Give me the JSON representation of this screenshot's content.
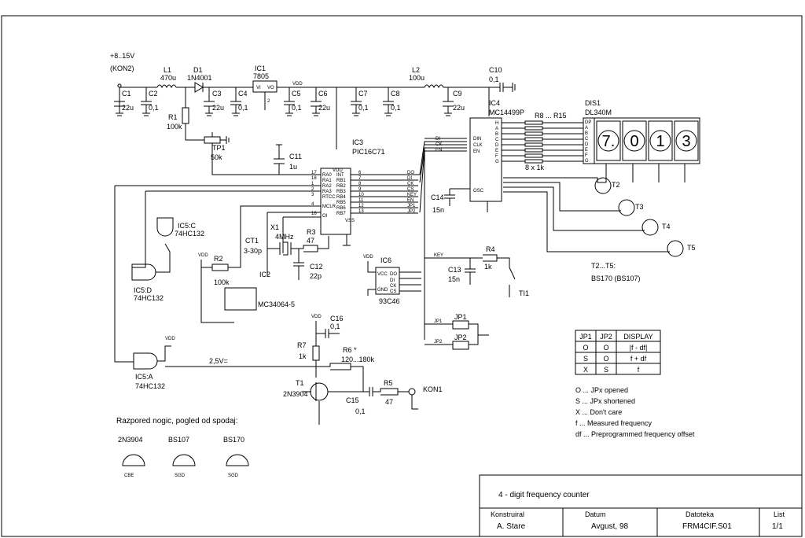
{
  "supply": {
    "voltage": "+8..15V",
    "connector": "(KON2)",
    "vdd": "VDD"
  },
  "power_parts": {
    "L1": {
      "name": "L1",
      "value": "470u"
    },
    "D1": {
      "name": "D1",
      "value": "1N4001"
    },
    "IC1": {
      "name": "IC1",
      "value": "7805"
    },
    "L2": {
      "name": "L2",
      "value": "100u"
    },
    "C1": {
      "name": "C1",
      "value": "22u"
    },
    "C2": {
      "name": "C2",
      "value": "0,1"
    },
    "C3": {
      "name": "C3",
      "value": "22u"
    },
    "C4": {
      "name": "C4",
      "value": "0,1"
    },
    "C5": {
      "name": "C5",
      "value": "0,1"
    },
    "C6": {
      "name": "C6",
      "value": "22u"
    },
    "C7": {
      "name": "C7",
      "value": "0,1"
    },
    "C8": {
      "name": "C8",
      "value": "0,1"
    },
    "C9": {
      "name": "C9",
      "value": "22u"
    },
    "C10": {
      "name": "C10",
      "value": "0,1"
    },
    "R1": {
      "name": "R1",
      "value": "100k"
    },
    "TP1": {
      "name": "TP1",
      "value": "50k"
    },
    "C11": {
      "name": "C11",
      "value": "1u"
    }
  },
  "ic3": {
    "name": "IC3",
    "type": "PIC16C71",
    "left_pins": [
      "RA0",
      "RA1",
      "RA2",
      "RA3",
      "RTCC",
      "MCLR",
      "OI"
    ],
    "left_nums": [
      "17",
      "18",
      "1",
      "2",
      "3",
      "4",
      "16"
    ],
    "right_pins": [
      "INT",
      "RB1",
      "RB2",
      "RB3",
      "RB4",
      "RB5",
      "RB6",
      "RB7"
    ],
    "right_nums": [
      "6",
      "7",
      "8",
      "9",
      "10",
      "11",
      "12",
      "13"
    ],
    "signals": [
      "DO",
      "DI",
      "CK",
      "CS",
      "KEY",
      "EN",
      "JP1",
      "JP2"
    ]
  },
  "ic4": {
    "name": "IC4",
    "type": "MC14499P",
    "resistors": "R8 ... R15",
    "res_value": "8 x 1k",
    "inputs": [
      "DI",
      "CK",
      "EN"
    ],
    "in_pins": [
      "DIN",
      "CLK",
      "EN"
    ],
    "osc": "OSC",
    "segments": [
      "H",
      "A",
      "B",
      "C",
      "D",
      "E",
      "F",
      "G"
    ]
  },
  "display": {
    "name": "DIS1",
    "type": "DL340M",
    "digits": [
      "7.",
      "0",
      "1",
      "3"
    ],
    "seg_pins": [
      "DP",
      "A",
      "B",
      "C",
      "D",
      "E",
      "F",
      "G"
    ]
  },
  "transistors": {
    "t2": "T2",
    "t3": "T3",
    "t4": "T4",
    "t5": "T5",
    "note": "T2...T5:",
    "type": "BS170 (BS107)"
  },
  "ic5": {
    "c": "IC5:C",
    "d": "IC5:D",
    "a": "IC5:A",
    "type": "74HC132"
  },
  "ic2": {
    "name": "IC2",
    "type": "MC34064-5",
    "r2": "R2",
    "r2v": "100k"
  },
  "osc_parts": {
    "ct1": "CT1",
    "ct1v": "3-30p",
    "x1": "X1",
    "x1v": "4MHz",
    "r3": "R3",
    "r3v": "47",
    "c12": "C12",
    "c12v": "22p",
    "c14": "C14",
    "c14v": "15n"
  },
  "ic6": {
    "name": "IC6",
    "type": "93C46",
    "pins": [
      "VCC",
      "DO",
      "DI",
      "CK",
      "GND",
      "CS"
    ]
  },
  "key": {
    "label": "KEY",
    "r4": "R4",
    "r4v": "1k",
    "c13": "C13",
    "c13v": "15n",
    "button": "TI1"
  },
  "jumpers": {
    "jp1": "JP1",
    "jp2": "JP2"
  },
  "input_stage": {
    "r7": "R7",
    "r7v": "1k",
    "r6": "R6 *",
    "r6v": "120...180k",
    "c16": "C16",
    "c16v": "0,1",
    "t1": "T1",
    "t1v": "2N3904",
    "c15": "C15",
    "c15v": "0,1",
    "r5": "R5",
    "r5v": "47",
    "kon1": "KON1",
    "bias": "2,5V="
  },
  "jp_table": {
    "headers": [
      "JP1",
      "JP2",
      "DISPLAY"
    ],
    "rows": [
      [
        "O",
        "O",
        "|f - df|"
      ],
      [
        "S",
        "O",
        "f + df"
      ],
      [
        "X",
        "S",
        "f"
      ]
    ]
  },
  "legend": [
    "O ... JPx opened",
    "S ... JPx shortened",
    "X ... Don't care",
    "f ... Measured frequency",
    "df ... Preprogrammed frequency offset"
  ],
  "pinout": {
    "title": "Razpored nogic, pogled od spodaj:",
    "items": [
      {
        "name": "2N3904",
        "pins": "CBE"
      },
      {
        "name": "BS107",
        "pins": "SGD"
      },
      {
        "name": "BS170",
        "pins": "SGD"
      }
    ]
  },
  "title_block": {
    "title": "4 - digit frequency counter",
    "designer_label": "Konstruiral",
    "designer": "A. Stare",
    "date_label": "Datum",
    "date": "Avgust, 98",
    "file_label": "Datoteka",
    "file": "FRM4CIF.S01",
    "sheet_label": "List",
    "sheet": "1/1"
  }
}
